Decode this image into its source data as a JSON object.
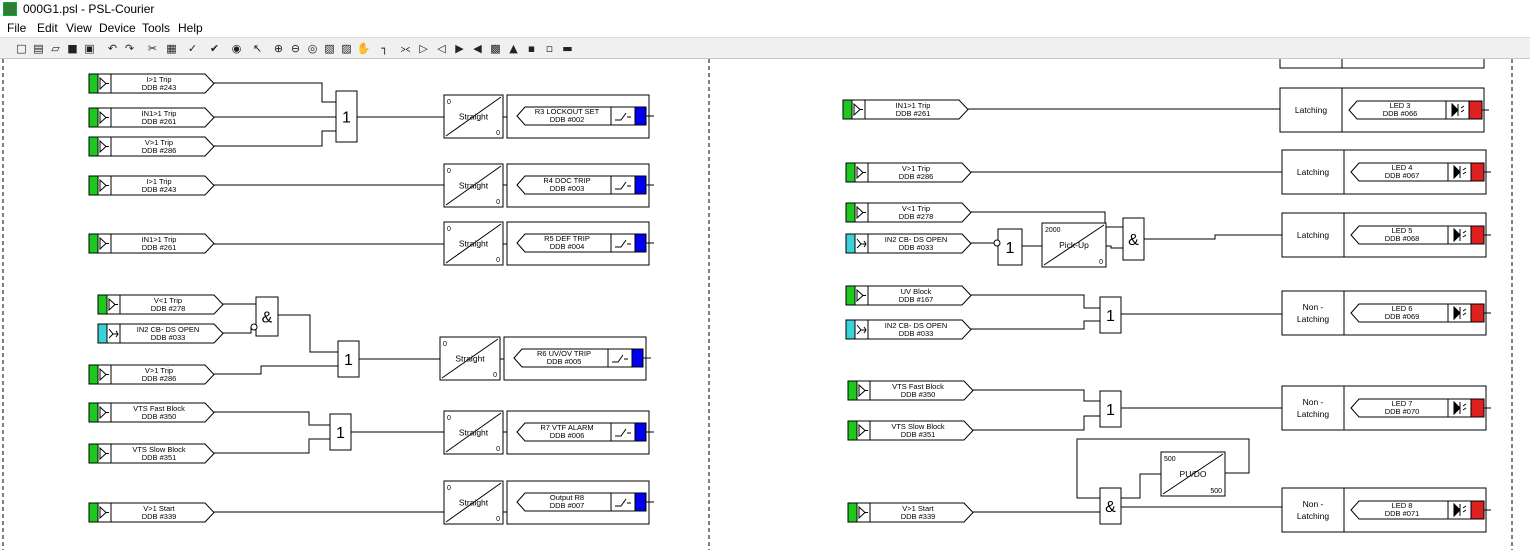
{
  "window": {
    "title": "000G1.psl - PSL-Courier"
  },
  "menu": [
    "File",
    "Edit",
    "View",
    "Device",
    "Tools",
    "Help"
  ],
  "toolbar_icons": [
    "new-icon",
    "template-icon",
    "open-icon",
    "save-icon",
    "print-icon",
    "undo-icon",
    "redo-icon",
    "cut-icon",
    "paste-icon",
    "check-icon",
    "verify-icon",
    "find-icon",
    "pointer-icon",
    "zoom-in-icon",
    "zoom-out-icon",
    "zoom-window-icon",
    "zoom-fit-icon",
    "zoom-page-icon",
    "pan-hand-icon",
    "link-icon",
    "opto-signal-icon",
    "input-signal-icon",
    "output-signal-icon",
    "gate-and-icon",
    "gate-or-icon",
    "timer-icon",
    "led-icon",
    "contact-icon",
    "fault-record-icon",
    "block-icon"
  ],
  "colors": {
    "opto_green": "#1ec81e",
    "input_cyan": "#3cd0d8",
    "relay_blue": "#0000ee",
    "led_red": "#dd2020"
  },
  "left": {
    "inputs": [
      {
        "label": "I>1 Trip",
        "ddb": "DDB #243",
        "color": "green"
      },
      {
        "label": "IN1>1 Trip",
        "ddb": "DDB #261",
        "color": "green"
      },
      {
        "label": "V>1 Trip",
        "ddb": "DDB #286",
        "color": "green"
      },
      {
        "label": "I>1 Trip",
        "ddb": "DDB #243",
        "color": "green"
      },
      {
        "label": "IN1>1 Trip",
        "ddb": "DDB #261",
        "color": "green"
      },
      {
        "label": "V<1 Trip",
        "ddb": "DDB #278",
        "color": "green"
      },
      {
        "label": "IN2 CB- DS OPEN",
        "ddb": "DDB #033",
        "color": "cyan"
      },
      {
        "label": "V>1 Trip",
        "ddb": "DDB #286",
        "color": "green"
      },
      {
        "label": "VTS Fast Block",
        "ddb": "DDB #350",
        "color": "green"
      },
      {
        "label": "VTS Slow Block",
        "ddb": "DDB #351",
        "color": "green"
      },
      {
        "label": "V>1 Start",
        "ddb": "DDB #339",
        "color": "green"
      }
    ],
    "conditioners": [
      {
        "mode": "Straight",
        "pickup": "0",
        "dropoff": "0"
      },
      {
        "mode": "Straight",
        "pickup": "0",
        "dropoff": "0"
      },
      {
        "mode": "Straight",
        "pickup": "0",
        "dropoff": "0"
      },
      {
        "mode": "Straight",
        "pickup": "0",
        "dropoff": "0"
      },
      {
        "mode": "Straight",
        "pickup": "0",
        "dropoff": "0"
      },
      {
        "mode": "Straight",
        "pickup": "0",
        "dropoff": "0"
      }
    ],
    "outputs": [
      {
        "label": "R3 LOCKOUT SET",
        "ddb": "DDB #002"
      },
      {
        "label": "R4 DOC TRIP",
        "ddb": "DDB #003"
      },
      {
        "label": "R5 DEF TRIP",
        "ddb": "DDB #004"
      },
      {
        "label": "R6 UV/OV TRIP",
        "ddb": "DDB #005"
      },
      {
        "label": "R7 VTF ALARM",
        "ddb": "DDB #006"
      },
      {
        "label": "Output R8",
        "ddb": "DDB #007"
      }
    ],
    "gates": [
      "1",
      "&",
      "1",
      "1"
    ]
  },
  "right": {
    "inputs": [
      {
        "label": "IN1>1 Trip",
        "ddb": "DDB #261",
        "color": "green"
      },
      {
        "label": "V>1 Trip",
        "ddb": "DDB #286",
        "color": "green"
      },
      {
        "label": "V<1 Trip",
        "ddb": "DDB #278",
        "color": "green"
      },
      {
        "label": "IN2 CB- DS OPEN",
        "ddb": "DDB #033",
        "color": "cyan"
      },
      {
        "label": "UV Block",
        "ddb": "DDB #167",
        "color": "green"
      },
      {
        "label": "IN2 CB- DS OPEN",
        "ddb": "DDB #033",
        "color": "cyan"
      },
      {
        "label": "VTS Fast Block",
        "ddb": "DDB #350",
        "color": "green"
      },
      {
        "label": "VTS Slow Block",
        "ddb": "DDB #351",
        "color": "green"
      },
      {
        "label": "V>1 Start",
        "ddb": "DDB #339",
        "color": "green"
      }
    ],
    "led_conditioners": [
      "Latching",
      "Latching",
      "Latching",
      "Non -\nLatching",
      "Non -\nLatching",
      "Non -\nLatching"
    ],
    "leds": [
      {
        "label": "LED 3",
        "ddb": "DDB #066"
      },
      {
        "label": "LED 4",
        "ddb": "DDB #067"
      },
      {
        "label": "LED 5",
        "ddb": "DDB #068"
      },
      {
        "label": "LED 6",
        "ddb": "DDB #069"
      },
      {
        "label": "LED 7",
        "ddb": "DDB #070"
      },
      {
        "label": "LED 8",
        "ddb": "DDB #071"
      }
    ],
    "gates": [
      "1",
      "&",
      "1",
      "1",
      "&"
    ],
    "timers": [
      {
        "mode": "Pick-Up",
        "top": "2000",
        "bottom": "0"
      },
      {
        "mode": "PU/DO",
        "top": "500",
        "bottom": "500"
      }
    ]
  }
}
